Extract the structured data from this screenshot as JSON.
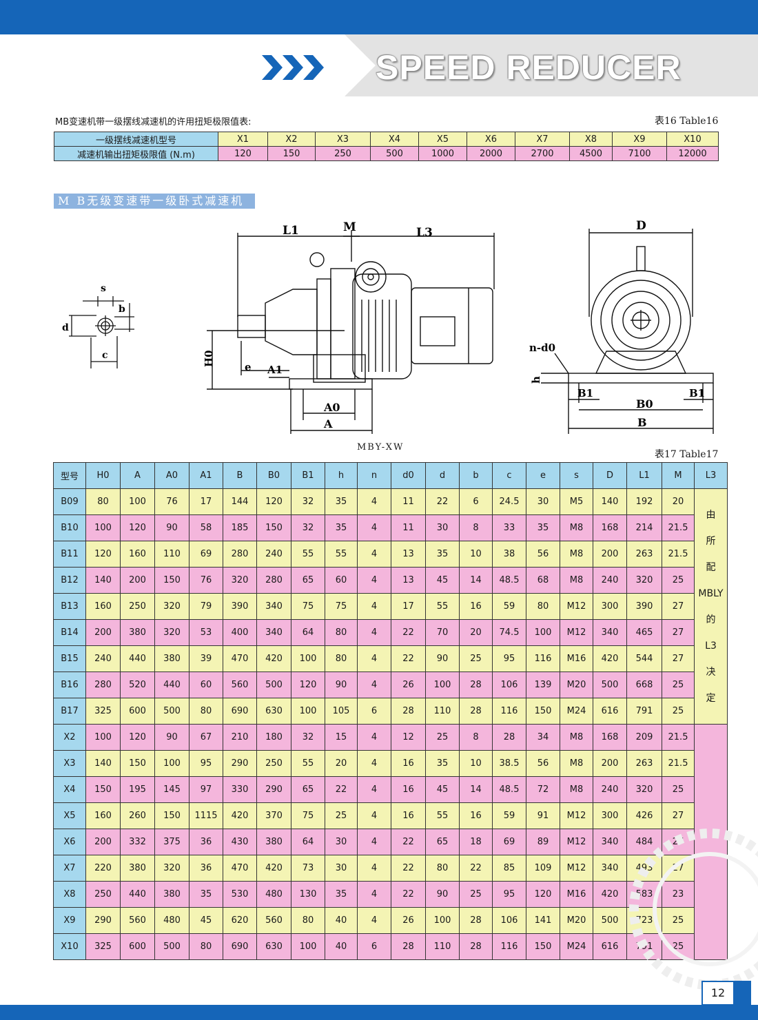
{
  "header": {
    "title": "SPEED REDUCER",
    "accent_color": "#1565b8"
  },
  "table16": {
    "caption": "MB变速机带一级摆线减速机的许用扭矩极限值表:",
    "label": "表16 Table16",
    "row1_header": "一级摆线减速机型号",
    "row2_header": "减速机输出扭矩极限值 (N.m)",
    "models": [
      "X1",
      "X2",
      "X3",
      "X4",
      "X5",
      "X6",
      "X7",
      "X8",
      "X9",
      "X10"
    ],
    "torques": [
      "120",
      "150",
      "250",
      "500",
      "1000",
      "2000",
      "2700",
      "4500",
      "7100",
      "12000"
    ]
  },
  "section_title": "M B无级变速带一级卧式减速机",
  "drawing": {
    "model_caption": "MBY-XW",
    "labels": {
      "L1": "L1",
      "M": "M",
      "L3": "L3",
      "D": "D",
      "s": "s",
      "b": "b",
      "d": "d",
      "c": "c",
      "H0": "H0",
      "e": "e",
      "A1": "A1",
      "A0": "A0",
      "A": "A",
      "n_d0": "n-d0",
      "h": "h",
      "B1": "B1",
      "B0": "B0",
      "B": "B"
    }
  },
  "table17": {
    "label": "表17 Table17",
    "headers": [
      "型号",
      "H0",
      "A",
      "A0",
      "A1",
      "B",
      "B0",
      "B1",
      "h",
      "n",
      "d0",
      "d",
      "b",
      "c",
      "e",
      "s",
      "D",
      "L1",
      "M",
      "L3"
    ],
    "rows": [
      [
        "B09",
        "80",
        "100",
        "76",
        "17",
        "144",
        "120",
        "32",
        "35",
        "4",
        "11",
        "22",
        "6",
        "24.5",
        "30",
        "M5",
        "140",
        "192",
        "20"
      ],
      [
        "B10",
        "100",
        "120",
        "90",
        "58",
        "185",
        "150",
        "32",
        "35",
        "4",
        "11",
        "30",
        "8",
        "33",
        "35",
        "M8",
        "168",
        "214",
        "21.5"
      ],
      [
        "B11",
        "120",
        "160",
        "110",
        "69",
        "280",
        "240",
        "55",
        "55",
        "4",
        "13",
        "35",
        "10",
        "38",
        "56",
        "M8",
        "200",
        "263",
        "21.5"
      ],
      [
        "B12",
        "140",
        "200",
        "150",
        "76",
        "320",
        "280",
        "65",
        "60",
        "4",
        "13",
        "45",
        "14",
        "48.5",
        "68",
        "M8",
        "240",
        "320",
        "25"
      ],
      [
        "B13",
        "160",
        "250",
        "320",
        "79",
        "390",
        "340",
        "75",
        "75",
        "4",
        "17",
        "55",
        "16",
        "59",
        "80",
        "M12",
        "300",
        "390",
        "27"
      ],
      [
        "B14",
        "200",
        "380",
        "320",
        "53",
        "400",
        "340",
        "64",
        "80",
        "4",
        "22",
        "70",
        "20",
        "74.5",
        "100",
        "M12",
        "340",
        "465",
        "27"
      ],
      [
        "B15",
        "240",
        "440",
        "380",
        "39",
        "470",
        "420",
        "100",
        "80",
        "4",
        "22",
        "90",
        "25",
        "95",
        "116",
        "M16",
        "420",
        "544",
        "27"
      ],
      [
        "B16",
        "280",
        "520",
        "440",
        "60",
        "560",
        "500",
        "120",
        "90",
        "4",
        "26",
        "100",
        "28",
        "106",
        "139",
        "M20",
        "500",
        "668",
        "25"
      ],
      [
        "B17",
        "325",
        "600",
        "500",
        "80",
        "690",
        "630",
        "100",
        "105",
        "6",
        "28",
        "110",
        "28",
        "116",
        "150",
        "M24",
        "616",
        "791",
        "25"
      ],
      [
        "X2",
        "100",
        "120",
        "90",
        "67",
        "210",
        "180",
        "32",
        "15",
        "4",
        "12",
        "25",
        "8",
        "28",
        "34",
        "M8",
        "168",
        "209",
        "21.5"
      ],
      [
        "X3",
        "140",
        "150",
        "100",
        "95",
        "290",
        "250",
        "55",
        "20",
        "4",
        "16",
        "35",
        "10",
        "38.5",
        "56",
        "M8",
        "200",
        "263",
        "21.5"
      ],
      [
        "X4",
        "150",
        "195",
        "145",
        "97",
        "330",
        "290",
        "65",
        "22",
        "4",
        "16",
        "45",
        "14",
        "48.5",
        "72",
        "M8",
        "240",
        "320",
        "25"
      ],
      [
        "X5",
        "160",
        "260",
        "150",
        "1115",
        "420",
        "370",
        "75",
        "25",
        "4",
        "16",
        "55",
        "16",
        "59",
        "91",
        "M12",
        "300",
        "426",
        "27"
      ],
      [
        "X6",
        "200",
        "332",
        "375",
        "36",
        "430",
        "380",
        "64",
        "30",
        "4",
        "22",
        "65",
        "18",
        "69",
        "89",
        "M12",
        "340",
        "484",
        "27"
      ],
      [
        "X7",
        "220",
        "380",
        "320",
        "36",
        "470",
        "420",
        "73",
        "30",
        "4",
        "22",
        "80",
        "22",
        "85",
        "109",
        "M12",
        "340",
        "493",
        "27"
      ],
      [
        "X8",
        "250",
        "440",
        "380",
        "35",
        "530",
        "480",
        "130",
        "35",
        "4",
        "22",
        "90",
        "25",
        "95",
        "120",
        "M16",
        "420",
        "583",
        "23"
      ],
      [
        "X9",
        "290",
        "560",
        "480",
        "45",
        "620",
        "560",
        "80",
        "40",
        "4",
        "26",
        "100",
        "28",
        "106",
        "141",
        "M20",
        "500",
        "723",
        "25"
      ],
      [
        "X10",
        "325",
        "600",
        "500",
        "80",
        "690",
        "630",
        "100",
        "40",
        "6",
        "28",
        "110",
        "28",
        "116",
        "150",
        "M24",
        "616",
        "791",
        "25"
      ]
    ],
    "l3_note": [
      "由",
      "所",
      "配",
      "MBLY",
      "的",
      "L3",
      "决",
      "定"
    ]
  },
  "footer": {
    "page_number": "12"
  }
}
